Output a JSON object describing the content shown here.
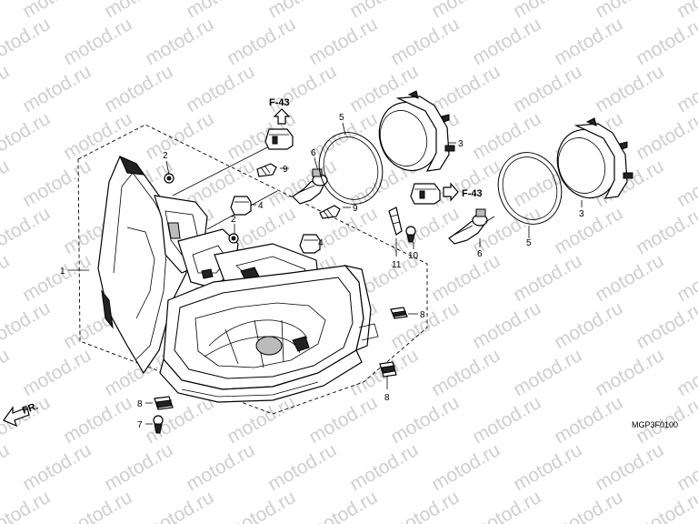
{
  "watermark": {
    "text": "motod.ru"
  },
  "diagram_code": "MGP3F0100",
  "front_label": "FR.",
  "references": {
    "upper": "F-43",
    "right": "F-43"
  },
  "callouts": {
    "c1": "1",
    "c2a": "2",
    "c2b": "2",
    "c3a": "3",
    "c3b": "3",
    "c4a": "4",
    "c4b": "4",
    "c5a": "5",
    "c5b": "5",
    "c6a": "6",
    "c6b": "6",
    "c7": "7",
    "c8a": "8",
    "c8b": "8",
    "c8c": "8",
    "c9a": "9",
    "c9b": "9",
    "c10": "10",
    "c11": "11"
  }
}
